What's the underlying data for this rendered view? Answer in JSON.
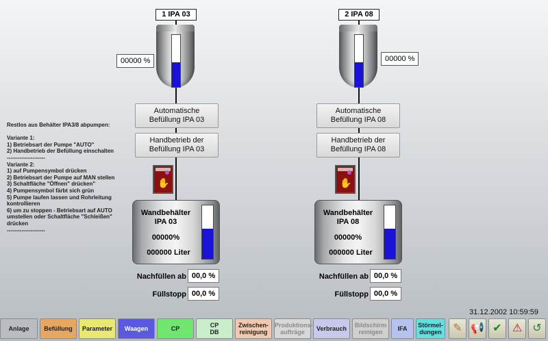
{
  "tanks": [
    {
      "title": "1 IPA 03",
      "level_percent_text": "00000 %",
      "level_fill_fraction": 0.48,
      "auto_button": [
        "Automatische",
        "Befüllung IPA 03"
      ],
      "manual_button": [
        "Handbetrieb der",
        "Befüllung IPA 03"
      ],
      "wall_tank": {
        "title": [
          "Wandbehälter",
          "IPA 03"
        ],
        "percent": "00000%",
        "liter": "000000 Liter",
        "level_fill_fraction": 0.56
      },
      "refill_label": "Nachfüllen ab",
      "refill_value": "00,0 %",
      "stop_label": "Füllstopp",
      "stop_value": "00,0 %"
    },
    {
      "title": "2 IPA 08",
      "level_percent_text": "00000 %",
      "level_fill_fraction": 0.48,
      "auto_button": [
        "Automatische",
        "Befüllung IPA 08"
      ],
      "manual_button": [
        "Handbetrieb der",
        "Befüllung IPA 08"
      ],
      "wall_tank": {
        "title": [
          "Wandbehälter",
          "IPA 08"
        ],
        "percent": "00000%",
        "liter": "000000 Liter",
        "level_fill_fraction": 0.56
      },
      "refill_label": "Nachfüllen ab",
      "refill_value": "00,0 %",
      "stop_label": "Füllstopp",
      "stop_value": "00,0 %"
    }
  ],
  "instructions": [
    "Restlos aus Behälter IPA3/8 abpumpen:",
    "",
    "Variante 1:",
    "1) Betriebsart der Pumpe \"AUTO\"",
    "2) Handbetrieb der Befüllung einschalten",
    "---------------------",
    "Variante 2:",
    "1) auf Pumpensymbol drücken",
    "2) Betriebsart der Pumpe auf MAN stellen",
    "3) Schaltfläche \"Öffnen\" drücken\"",
    "4) Pumpensymbol färbt sich grün",
    "5) Pumpe laufen lassen und Rohrleitung",
    "    kontrollieren",
    "6) um zu stoppen - Betriebsart auf AUTO",
    "    umstellen oder Schaltfläche \"Schleißen\"",
    "    drücken",
    "---------------------"
  ],
  "clock": "31.12.2002 10:59:59",
  "nav": [
    {
      "label": "Anlage",
      "color": "#b9bcc0"
    },
    {
      "label": "Befüllung",
      "color": "#e7a760"
    },
    {
      "label": "Parameter",
      "color": "#e8e873"
    },
    {
      "label": "Waagen",
      "color": "#5a5ae0"
    },
    {
      "label": "CP",
      "color": "#6fe66f"
    },
    {
      "label": "CP\nDB",
      "color": "#c9eec9"
    },
    {
      "label": "Zwischen-\nreinigung",
      "color": "#f0c9b1"
    },
    {
      "label": "Produktions-\naufträge",
      "color": "#d8d8d8"
    },
    {
      "label": "Verbrauch",
      "color": "#c8c8ec"
    },
    {
      "label": "Bildschirm\nreinigen",
      "color": "#d0d0d0"
    },
    {
      "label": "IFA",
      "color": "#b6c3ee"
    },
    {
      "label": "Störmel-\ndungen",
      "color": "#64dede"
    }
  ],
  "icons": [
    "edit-icon",
    "horn-icon",
    "acknowledge-icon",
    "alarm-icon",
    "back-icon"
  ]
}
